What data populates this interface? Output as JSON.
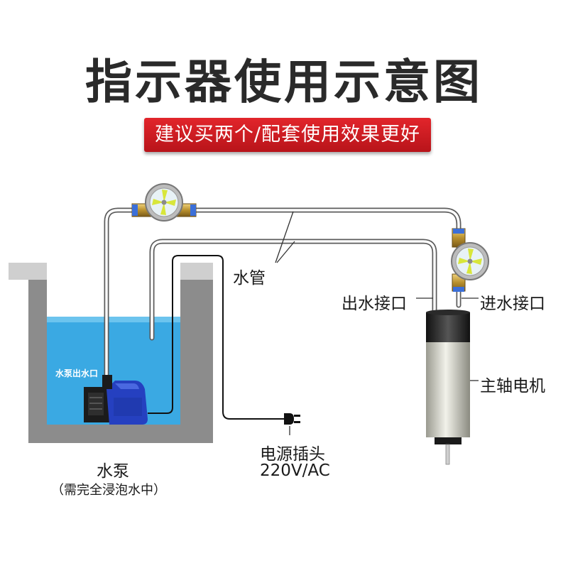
{
  "title": "指示器使用示意图",
  "banner": "建议买两个/配套使用效果更好",
  "labels": {
    "water_pipe": "水管",
    "outlet_port": "出水接口",
    "inlet_port": "进水接口",
    "spindle_motor": "主轴电机",
    "pump_outlet": "水泵出水口",
    "pump": "水泵",
    "pump_note": "（需完全浸泡水中）",
    "power_plug": "电源插头",
    "voltage": "220V/AC"
  },
  "colors": {
    "water": "#3aa9e3",
    "tank_wall": "#8c8c8c",
    "pump_body": "#2540c0",
    "banner": "#d31f25",
    "indicator_blade": "#d8e63a"
  }
}
